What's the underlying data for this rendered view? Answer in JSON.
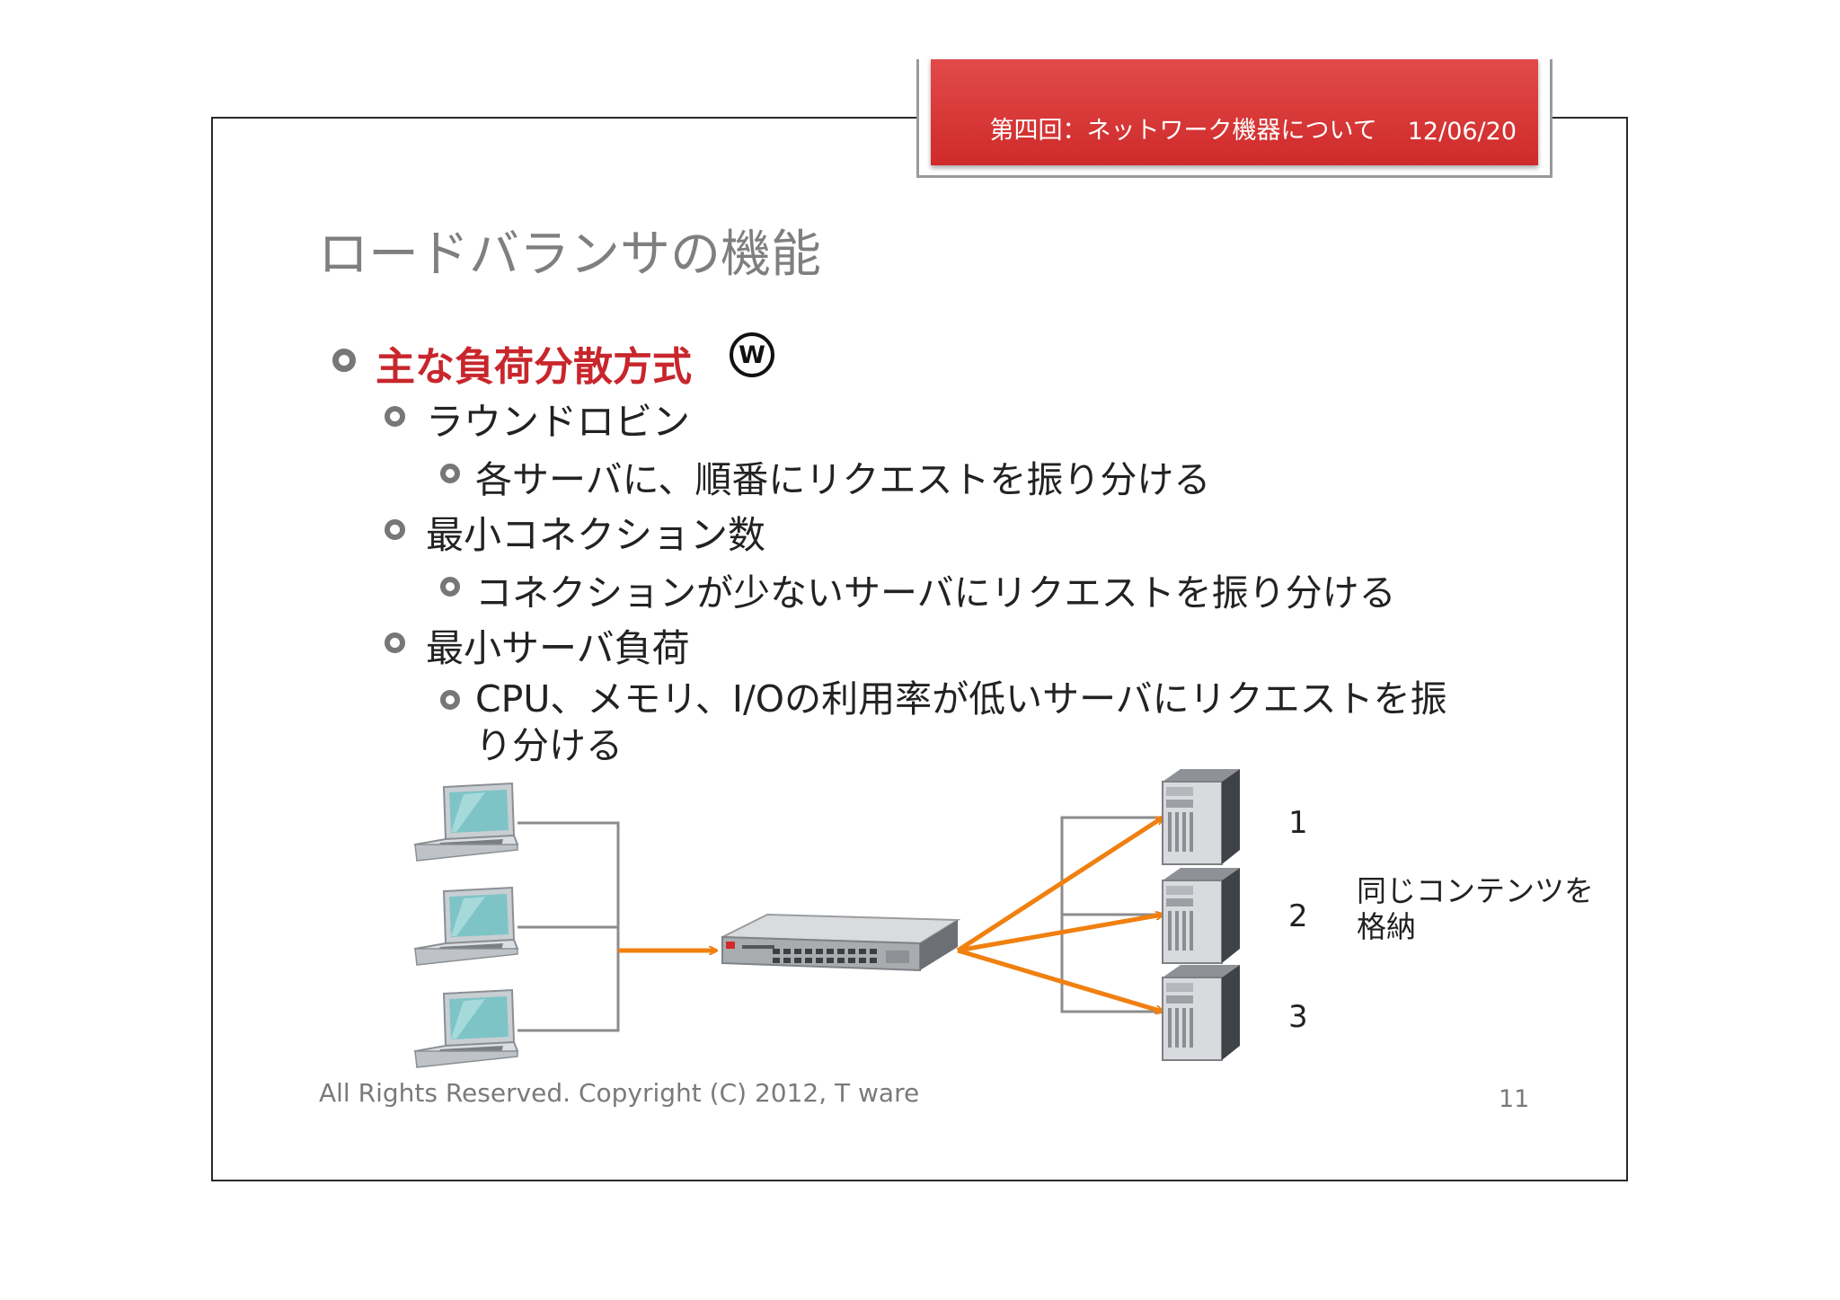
{
  "header": {
    "label": "第四回：ネットワーク機器について",
    "date": "12/06/20"
  },
  "title": "ロードバランサの機能",
  "main_bullet": "主な負荷分散方式",
  "w_icon": "W",
  "methods": [
    {
      "name": "ラウンドロビン",
      "desc": "各サーバに、順番にリクエストを振り分ける"
    },
    {
      "name": "最小コネクション数",
      "desc": "コネクションが少ないサーバにリクエストを振り分ける"
    },
    {
      "name": "最小サーバ負荷",
      "desc": "CPU、メモリ、I/Oの利用率が低いサーバにリクエストを振",
      "desc_cont": "り分ける"
    }
  ],
  "servers": [
    "1",
    "2",
    "3"
  ],
  "server_note": "同じコンテンツを格納",
  "footer": "All Rights Reserved. Copyright (C) 2012, T ware",
  "page_number": "11",
  "colors": {
    "header_red": "#d63232",
    "accent_red": "#c8262c",
    "arrow_orange": "#f08010",
    "text_gray": "#7f7f7f"
  }
}
